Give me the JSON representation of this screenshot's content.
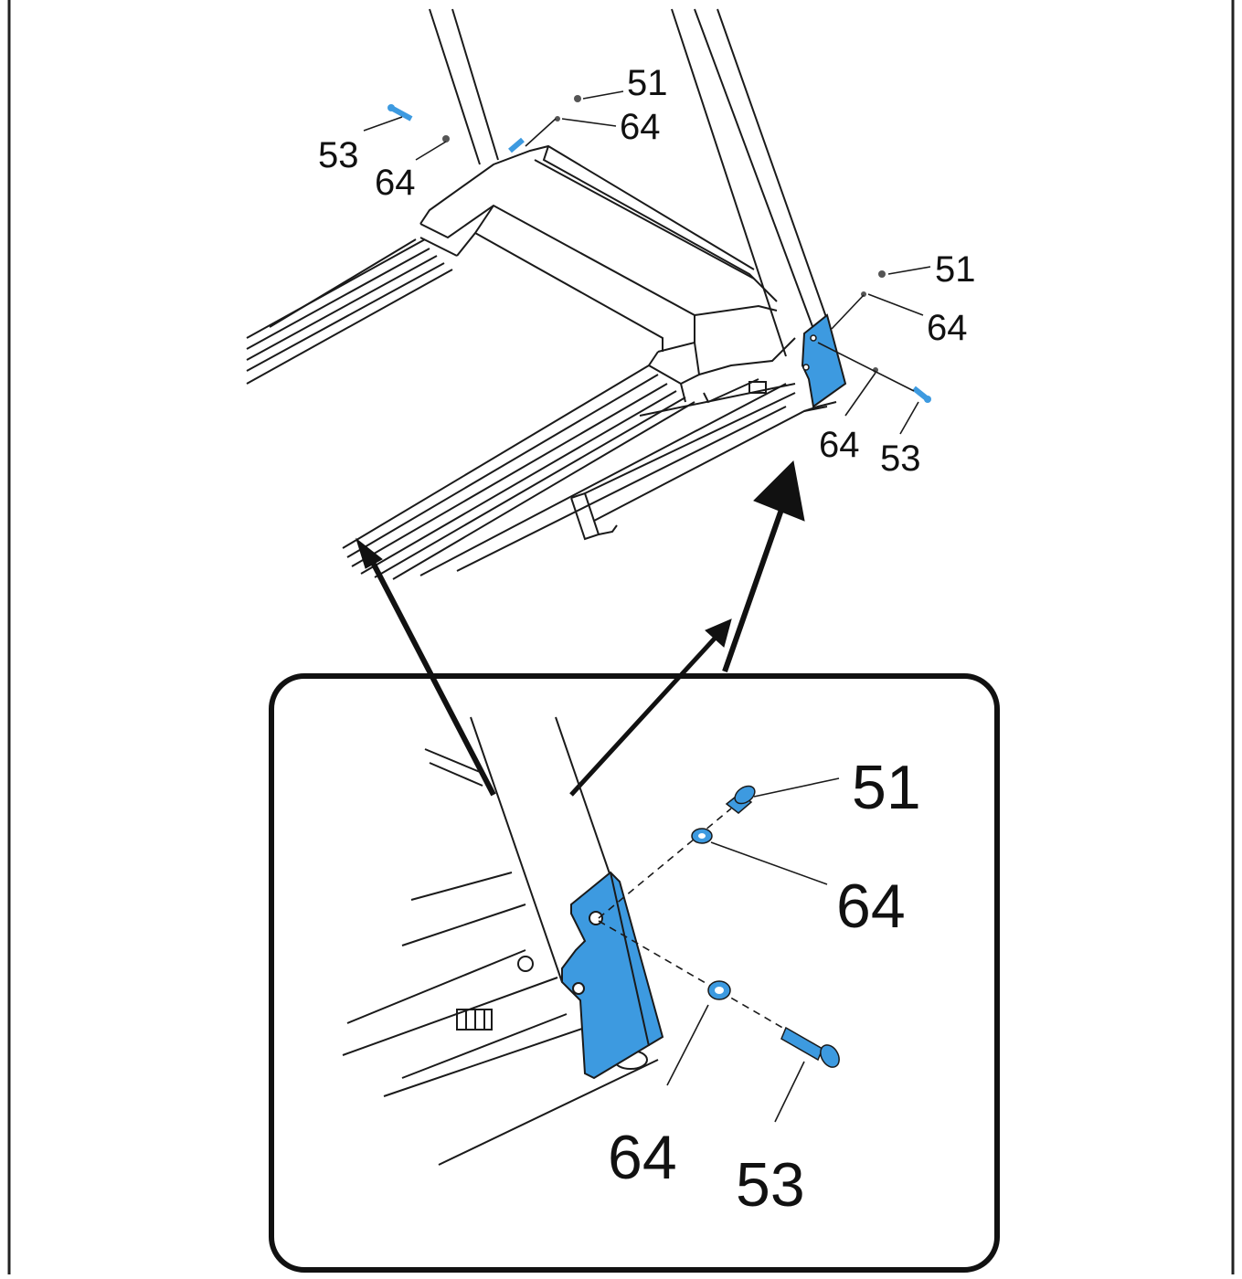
{
  "colors": {
    "part_highlight": "#3d9ae0",
    "line": "#1a1a1a",
    "background": "#ffffff"
  },
  "overview": {
    "callouts": [
      {
        "id": "ov-51-left",
        "text": "51"
      },
      {
        "id": "ov-64-left-top",
        "text": "64"
      },
      {
        "id": "ov-53-left",
        "text": "53"
      },
      {
        "id": "ov-64-left",
        "text": "64"
      },
      {
        "id": "ov-51-right",
        "text": "51"
      },
      {
        "id": "ov-64-right-top",
        "text": "64"
      },
      {
        "id": "ov-64-right-bottom",
        "text": "64"
      },
      {
        "id": "ov-53-right",
        "text": "53"
      }
    ]
  },
  "detail": {
    "callouts": [
      {
        "id": "dt-51",
        "text": "51"
      },
      {
        "id": "dt-64-top",
        "text": "64"
      },
      {
        "id": "dt-64-bottom",
        "text": "64"
      },
      {
        "id": "dt-53",
        "text": "53"
      }
    ]
  }
}
